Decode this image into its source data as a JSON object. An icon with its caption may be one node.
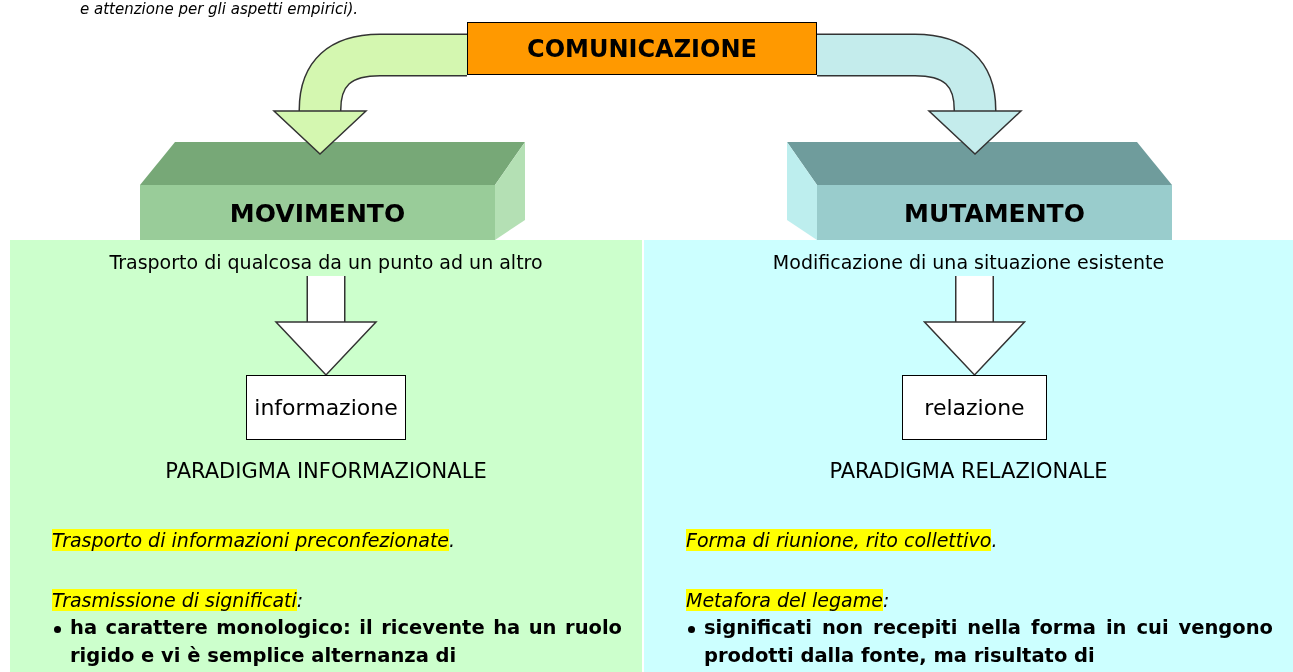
{
  "diagram": {
    "nodes": [
      {
        "text": [
          "COMUNICAZIONE"
        ]
      },
      {
        "text": [
          "MOVIMENTO"
        ]
      },
      {
        "text": [
          "PARADIGMA INFORMAZIONALE",
          "*Trasporto di informazioni preconfezionate*.",
          "*Trasmissione di significati*:",
          "ha carattere monologico: il ricevente ha un ruolo rigido e vi è semplice alternanza di"
        ]
      },
      {
        "text": [
          "Trasporto di qualcosa da un punto ad un altro"
        ],
        "in": 2
      },
      {
        "text": [
          "informazione"
        ],
        "in": 2
      },
      {
        "text": [
          "MUTAMENTO"
        ]
      },
      {
        "text": [
          "PARADIGMA RELAZIONALE",
          "*Forma di riunione, rito collettivo*.",
          "*Metafora del legame*:",
          "significati non recepiti nella forma in cui vengono prodotti dalla fonte, ma risultato di"
        ]
      },
      {
        "text": [
          "Modificazione di una situazione esistente"
        ],
        "in": 6
      },
      {
        "text": [
          "relazione"
        ],
        "in": 6
      }
    ],
    "edges": [
      {
        "from": 0,
        "to": 1,
        "arrow": "to",
        "color": "#d4f7b0"
      },
      {
        "from": 0,
        "to": 5,
        "arrow": "to",
        "color": "#c4ecec"
      },
      {
        "from": 3,
        "to": 4,
        "arrow": "to",
        "color": "#ffffff"
      },
      {
        "from": 7,
        "to": 8,
        "arrow": "to",
        "color": "#ffffff"
      }
    ],
    "labels": [
      "e attenzione per gli aspetti empirici)."
    ]
  }
}
